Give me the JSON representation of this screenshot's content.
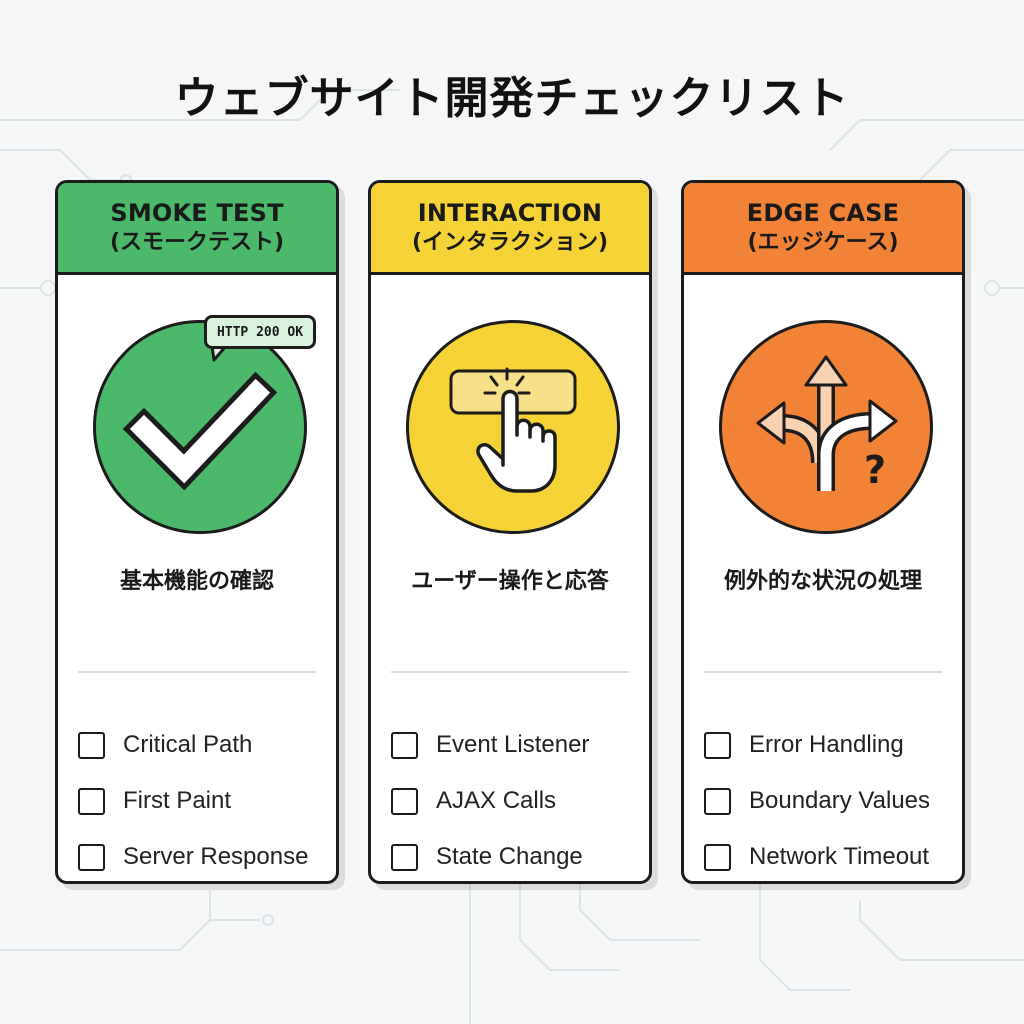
{
  "page": {
    "title": "ウェブサイト開発チェックリスト"
  },
  "colors": {
    "smoke": "#4bb86a",
    "interaction": "#f5d236",
    "edge": "#f28236",
    "outline": "#1c1c1c",
    "circuit": "#dde2e4"
  },
  "cards": [
    {
      "title": "SMOKE TEST",
      "subtitle": "(スモークテスト)",
      "icon": "checkmark-icon",
      "bubble": "HTTP 200 OK",
      "description": "基本機能の確認",
      "items": [
        "Critical Path",
        "First Paint",
        "Server Response"
      ]
    },
    {
      "title": "INTERACTION",
      "subtitle": "(インタラクション)",
      "icon": "pointer-click-icon",
      "description": "ユーザー操作と応答",
      "items": [
        "Event Listener",
        "AJAX Calls",
        "State Change"
      ]
    },
    {
      "title": "EDGE CASE",
      "subtitle": "(エッジケース)",
      "icon": "split-arrows-question-icon",
      "question_mark": "?",
      "description": "例外的な状況の処理",
      "items": [
        "Error Handling",
        "Boundary Values",
        "Network Timeout"
      ]
    }
  ]
}
